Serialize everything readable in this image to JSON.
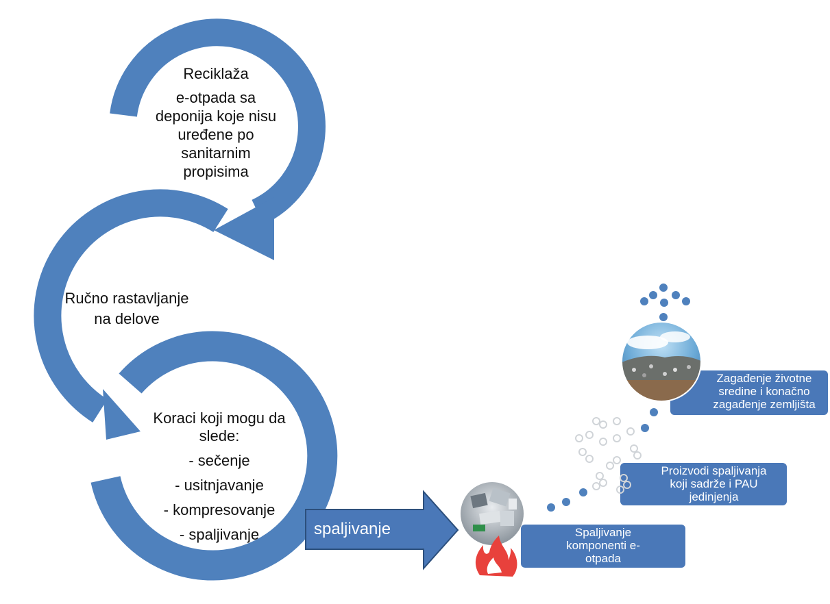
{
  "step1": {
    "title": "Reciklaža",
    "line1": "e-otpada sa",
    "line2": "deponija  koje nisu",
    "line3": "uređene po",
    "line4": "sanitarnim",
    "line5": "propisima"
  },
  "step2": {
    "line1": "Ručno  rastavljanje",
    "line2": "na delove"
  },
  "step3": {
    "line1": "Koraci koji mogu  da",
    "line2": "slede:",
    "items": [
      "- sečenje",
      "- usitnjavanje",
      "- kompresovanje",
      "- spaljivanje"
    ]
  },
  "big_arrow": {
    "label": "spaljivanje"
  },
  "stages": [
    {
      "label_l1": "Spaljivanje",
      "label_l2": "komponenti e-",
      "label_l3": "otpada"
    },
    {
      "label_l1": "Proizvodi spaljivanja",
      "label_l2": "koji sadrže i PAU",
      "label_l3": "jedinjenja"
    },
    {
      "label_l1": "Zagađenje životne",
      "label_l2": "sredine i konačno",
      "label_l3": "zagađenje zemljišta"
    }
  ],
  "colors": {
    "arc_blue": "#4f81bd",
    "box_blue": "#4a78b8",
    "text": "#111111"
  }
}
